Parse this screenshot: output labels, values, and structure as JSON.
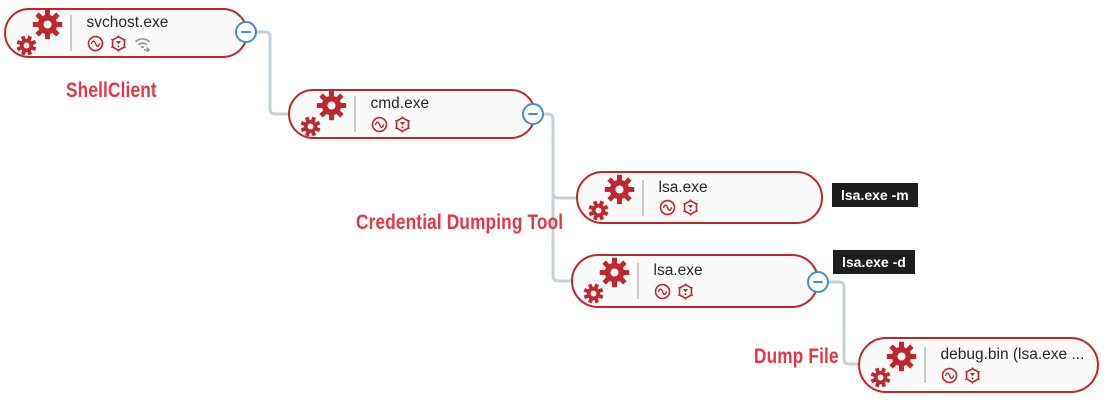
{
  "view": {
    "type": "process-attack-tree"
  },
  "colors": {
    "node_border": "#c0262e",
    "node_fill": "#fafafa",
    "gear_red": "#c0262e",
    "annotation_red": "#e23745",
    "connector_gray": "#c5d1d9",
    "collapse_blue": "#4391c4",
    "badge_bg": "#1d1d1d",
    "badge_text": "#ffffff",
    "network_icon_gray": "#8d9aa5",
    "process_text": "#262626"
  },
  "tree": {
    "nodes": [
      {
        "id": "svchost",
        "process": "svchost.exe",
        "icons": [
          "gears-icon",
          "activity-pulse-icon",
          "malware-hexagon-icon",
          "network-out-icon"
        ],
        "has_collapse_button": true
      },
      {
        "id": "cmd",
        "process": "cmd.exe",
        "icons": [
          "gears-icon",
          "activity-pulse-icon",
          "malware-hexagon-icon"
        ],
        "has_collapse_button": true
      },
      {
        "id": "lsa-m",
        "process": "lsa.exe",
        "badge": "lsa.exe -m",
        "icons": [
          "gears-icon",
          "activity-pulse-icon",
          "malware-hexagon-icon"
        ],
        "has_collapse_button": false
      },
      {
        "id": "lsa-d",
        "process": "lsa.exe",
        "badge": "lsa.exe -d",
        "icons": [
          "gears-icon",
          "activity-pulse-icon",
          "malware-hexagon-icon"
        ],
        "has_collapse_button": true
      },
      {
        "id": "debug-bin",
        "process": "debug.bin (lsa.exe ...",
        "icons": [
          "gears-icon",
          "activity-pulse-icon",
          "malware-hexagon-icon"
        ],
        "has_collapse_button": false
      }
    ],
    "edges": [
      {
        "from": "svchost",
        "to": "cmd"
      },
      {
        "from": "cmd",
        "to": "lsa-m"
      },
      {
        "from": "cmd",
        "to": "lsa-d"
      },
      {
        "from": "lsa-d",
        "to": "debug-bin"
      }
    ]
  },
  "annotations": [
    {
      "text": "ShellClient",
      "for": "svchost"
    },
    {
      "text": "Credential Dumping Tool",
      "for": "lsa-m / lsa-d"
    },
    {
      "text": "Dump File",
      "for": "debug-bin"
    }
  ]
}
